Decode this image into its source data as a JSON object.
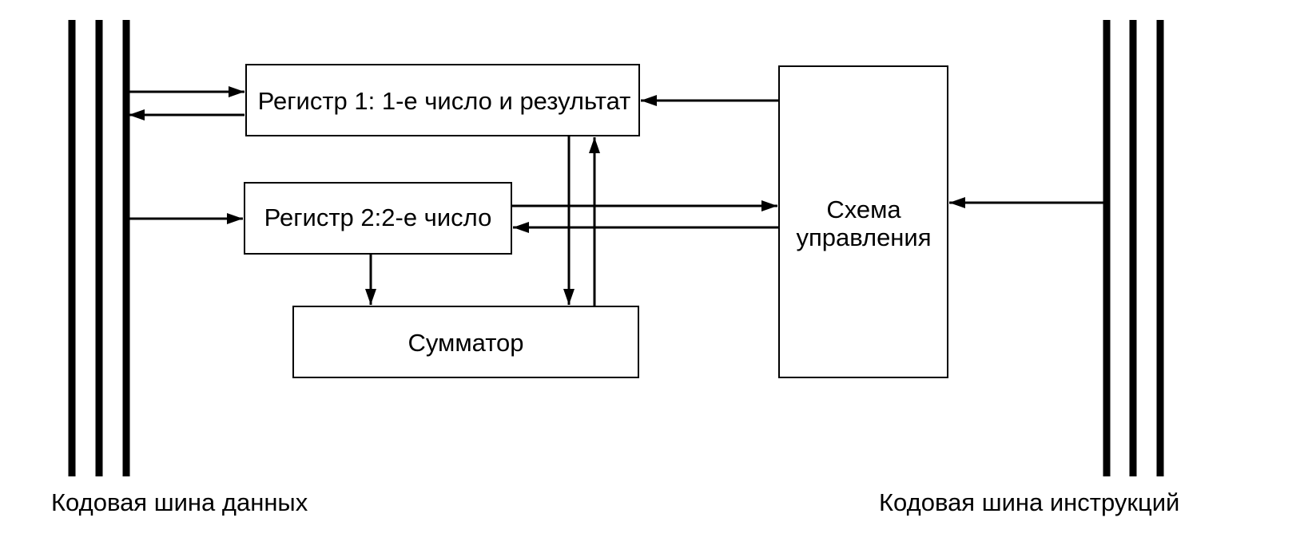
{
  "blocks": {
    "register1": "Регистр 1: 1-е число и результат",
    "register2": "Регистр 2:2-е число",
    "adder": "Сумматор",
    "control_line1": "Схема",
    "control_line2": "управления"
  },
  "buses": {
    "data": "Кодовая шина данных",
    "instructions": "Кодовая шина инструкций"
  },
  "colors": {
    "line": "#000000",
    "background": "#ffffff"
  }
}
